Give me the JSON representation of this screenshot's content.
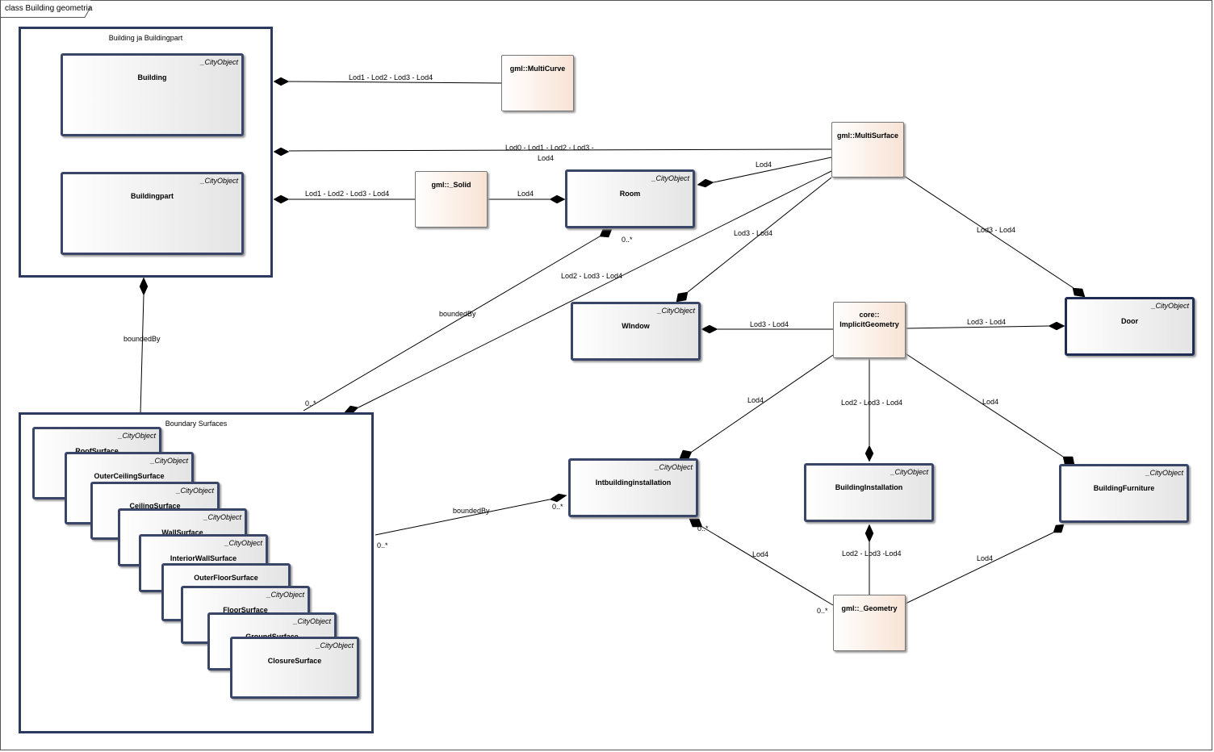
{
  "diagram": {
    "title": "class Building geometria"
  },
  "containers": {
    "building_group": {
      "title": "Building ja Buildingpart"
    },
    "boundary_group": {
      "title": "Boundary Surfaces"
    }
  },
  "stereotype": "_CityObject",
  "classes": {
    "building": "Building",
    "buildingpart": "Buildingpart",
    "room": "Room",
    "window": "WIndow",
    "door": "Door",
    "intbuildinginstallation": "Intbuildinginstallation",
    "buildinginstallation": "BuildingInstallation",
    "buildingfurniture": "BuildingFurniture"
  },
  "surfaces": [
    "RoofSurface",
    "OuterCeilingSurface",
    "CeilingSurface",
    "WallSurface",
    "InteriorWallSurface",
    "OuterFloorSurface",
    "FloorSurface",
    "GroundSurface",
    "ClosureSurface"
  ],
  "geometry": {
    "multicurve": "gml::MultiCurve",
    "multisurface": "gml::MultiSurface",
    "solid": "gml::_Solid",
    "implicit_line1": "core::",
    "implicit_line2": "ImplicitGeometry",
    "geometry": "gml::_Geometry"
  },
  "links": {
    "building_multicurve": "Lod1 - Lod2 - Lod3 - Lod4",
    "building_multisurface_1": "Lod0 - Lod1 - Lod2 - Lod3 -",
    "building_multisurface_2": "Lod4",
    "buildingpart_solid": "Lod1 - Lod2 - Lod3 - Lod4",
    "solid_room": "Lod4",
    "multisurface_room": "Lod4",
    "multisurface_window": "Lod3 - Lod4",
    "multisurface_boundary": "Lod2 - Lod3 - Lod4",
    "multisurface_door": "Lod3 - Lod4",
    "room_boundary": "boundedBy",
    "room_mult": "0..*",
    "room_boundary_mult": "0..*",
    "building_boundary": "boundedBy",
    "implicit_window": "Lod3 - Lod4",
    "implicit_door": "Lod3 - Lod4",
    "implicit_intbuilding": "Lod4",
    "implicit_buildinginst": "Lod2 - Lod3 - Lod4",
    "implicit_furniture": "Lod4",
    "boundary_intbuilding": "boundedBy",
    "boundary_intbuilding_mult_src": "0..*",
    "boundary_intbuilding_mult_dst": "0..*",
    "geometry_intbuilding": "Lod4",
    "geometry_intbuilding_mult_src": "0..*",
    "geometry_intbuilding_mult_dst": "0..*",
    "geometry_buildinginst": "Lod2 - Lod3 -Lod4",
    "geometry_furniture": "Lod4"
  }
}
